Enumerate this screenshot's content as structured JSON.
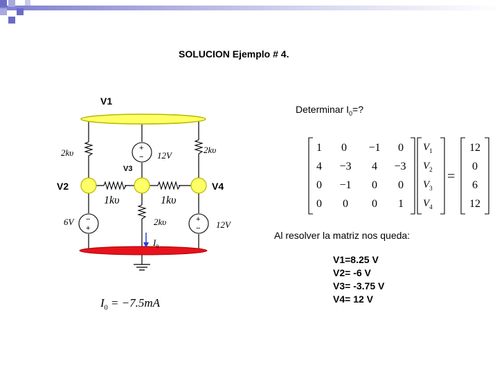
{
  "title": "SOLUCION Ejemplo # 4.",
  "determinar": {
    "prefix": "Determinar I",
    "sub": "0",
    "suffix": "=?"
  },
  "resolve_text": "Al resolver la matriz nos queda:",
  "results": [
    "V1=8.25 V",
    "V2= -6 V",
    "V3= -3.75 V",
    "V4= 12 V"
  ],
  "circuit": {
    "node_v1": "V1",
    "node_v2": "V2",
    "node_v3": "V3",
    "node_v4": "V4",
    "r_left_top": "2kυ",
    "r_right_top": "2kυ",
    "r_mid_left": "1kυ",
    "r_mid_right": "1kυ",
    "r_center_bottom": "2kυ",
    "src_center_top": "12V",
    "src_left_bottom": "6V",
    "src_right_bottom": "12V",
    "current_label": "I",
    "current_sub": "0",
    "colors": {
      "bus_top": "#ffff66",
      "bus_top_border": "#b8b800",
      "bus_bottom": "#e8121c",
      "node": "#ffff66"
    }
  },
  "result_equation": {
    "lhs": "I",
    "sub": "0",
    "rhs": "= −7.5mA"
  },
  "matrix": {
    "rows": [
      [
        "1",
        "0",
        "−1",
        "0"
      ],
      [
        "4",
        "−3",
        "4",
        "−3"
      ],
      [
        "0",
        "−1",
        "0",
        "0"
      ],
      [
        "0",
        "0",
        "0",
        "1"
      ]
    ],
    "unknowns": [
      {
        "name": "V",
        "sub": "1"
      },
      {
        "name": "V",
        "sub": "2"
      },
      {
        "name": "V",
        "sub": "3"
      },
      {
        "name": "V",
        "sub": "4"
      }
    ],
    "equals": "=",
    "rhs": [
      "12",
      "0",
      "6",
      "12"
    ]
  }
}
